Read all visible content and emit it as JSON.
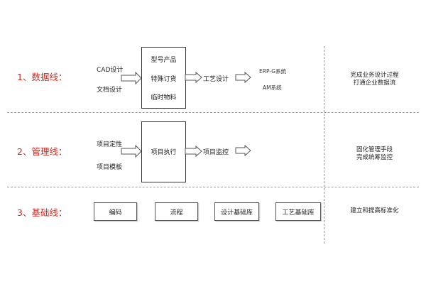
{
  "lanes": {
    "data": {
      "label": "1、数据线：",
      "inputs": [
        "CAD设计",
        "文档设计"
      ],
      "box_items": [
        "型号产品",
        "特殊订货",
        "临时物料"
      ],
      "process": "工艺设计",
      "outputs": [
        "ERP-G系统",
        "AM系统"
      ],
      "result": [
        "完成业务设计过程",
        "打通企业数据流"
      ]
    },
    "management": {
      "label": "2、管理线：",
      "inputs": [
        "项目定性",
        "项目模板"
      ],
      "box_item": "项目执行",
      "process": "项目监控",
      "result": [
        "固化管理手段",
        "完成统筹监控"
      ]
    },
    "foundation": {
      "label": "3、基础线：",
      "items": [
        "编码",
        "流程",
        "设计基础库",
        "工艺基础库"
      ],
      "result": "建立和提高标准化"
    }
  },
  "colors": {
    "lane_label": "#d9261c",
    "divider": "#999999",
    "box_border": "#333333",
    "arrow_stroke": "#555555"
  }
}
